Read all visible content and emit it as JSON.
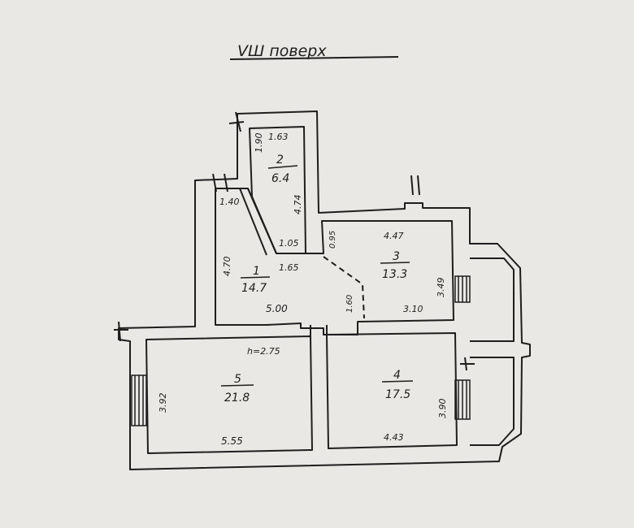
{
  "title": "VШ поверх",
  "ceiling_height": "h=2.75",
  "rooms": [
    {
      "number": "1",
      "area": "14.7"
    },
    {
      "number": "2",
      "area": "6.4"
    },
    {
      "number": "3",
      "area": "13.3"
    },
    {
      "number": "4",
      "area": "17.5"
    },
    {
      "number": "5",
      "area": "21.8"
    }
  ],
  "dimensions": {
    "d_163": "1.63",
    "d_190": "1.90",
    "d_474": "4.74",
    "d_140": "1.40",
    "d_105": "1.05",
    "d_470": "4.70",
    "d_165": "1.65",
    "d_500": "5.00",
    "d_160": "1.60",
    "d_095": "0.95",
    "d_447": "4.47",
    "d_349": "3.49",
    "d_310": "3.10",
    "d_392": "3.92",
    "d_555": "5.55",
    "d_390": "3.90",
    "d_443": "4.43"
  },
  "colors": {
    "paper": "#e9e8e4",
    "ink": "#1e1e1e"
  }
}
